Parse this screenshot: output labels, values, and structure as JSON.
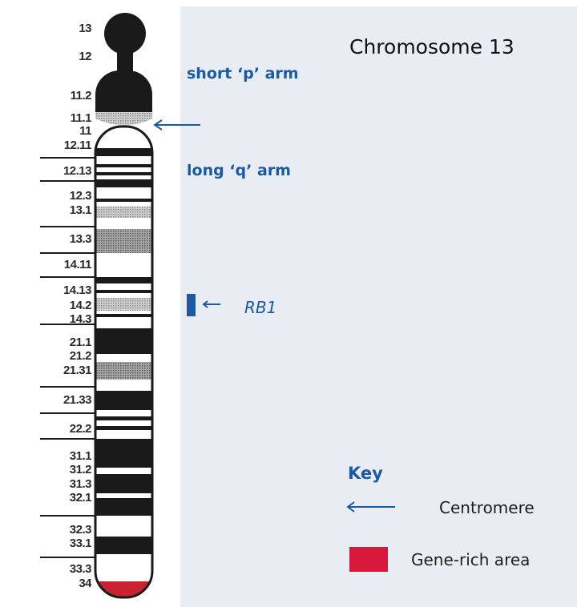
{
  "title": "Chromosome 13",
  "labels": {
    "short_arm": "short ‘p’ arm",
    "long_arm": "long ‘q’ arm",
    "gene": "RB1"
  },
  "key": {
    "heading": "Key",
    "centromere": "Centromere",
    "gene_rich": "Gene-rich area"
  },
  "band_labels": [
    "13",
    "12",
    "11.2",
    "11.1",
    "11",
    "12.11",
    "12.13",
    "12.3",
    "13.1",
    "13.3",
    "14.11",
    "14.13",
    "14.2",
    "14.3",
    "21.1",
    "21.2",
    "21.31",
    "21.33",
    "22.2",
    "31.1",
    "31.2",
    "31.3",
    "32.1",
    "32.3",
    "33.1",
    "33.3",
    "34"
  ],
  "colors": {
    "accent_blue": "#1a5aa5",
    "gene_rich_red": "#d6193a",
    "chromosome_dark": "#1a1a1a",
    "panel_bg": "#e8edf3"
  }
}
